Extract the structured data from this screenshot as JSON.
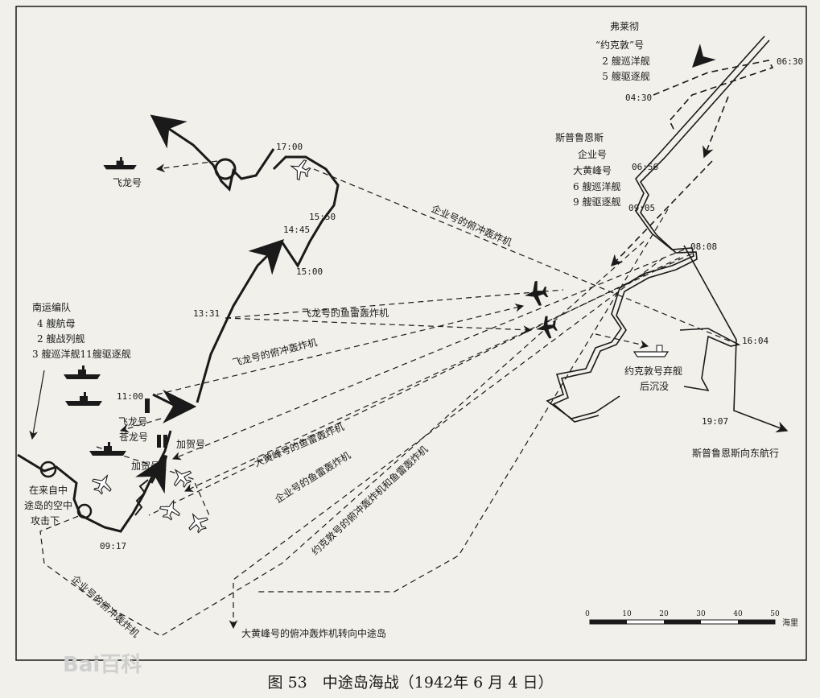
{
  "caption": "图 53　中途岛海战（1942年 6 月 4 日）",
  "watermark": "Bai百科",
  "forces": {
    "fletcher": [
      "弗莱彻",
      "“约克敦”号",
      "2 艘巡洋舰",
      "5 艘驱逐舰"
    ],
    "spruance": [
      "斯普鲁恩斯",
      "企业号",
      "大黄峰号",
      "6 艘巡洋舰",
      "9 艘驱逐舰"
    ],
    "nagumo": [
      "南运编队",
      "4 艘航母",
      "2 艘战列舰",
      "3 艘巡洋舰11艘驱逐舰"
    ]
  },
  "ships": {
    "hiryu_far": "飞龙号",
    "hiryu": "飞龙号",
    "soryu": "苍龙号",
    "kaga_mid": "加贺号",
    "kaga": "加贺号"
  },
  "notes": {
    "midway_attack": [
      "在来自中",
      "途岛的空中",
      "攻击下"
    ],
    "yorktown_sunk": [
      "约克敦号弃舰",
      "后沉没"
    ],
    "spruance_east": "斯普鲁恩斯向东航行",
    "hornet_turn": "大黄峰号的俯冲轰炸机转向中途岛"
  },
  "routes": {
    "ent_dive_top": "企业号的俯冲轰炸机",
    "hiryu_torpedo": "飞龙号的鱼雷轰炸机",
    "hiryu_dive": "飞龙号的俯冲轰炸机",
    "hornet_torpedo": "大黄峰号的鱼雷轰炸机",
    "ent_torpedo": "企业号的鱼雷轰炸机",
    "yorktown_bombers": "约克敦号的俯冲轰炸机和鱼雷轰炸机",
    "ent_dive_bottom": "企业号的俯冲轰炸机"
  },
  "times": {
    "t0430": "04:30",
    "t0630": "06:30",
    "t0656": "06:56",
    "t0905": "09:05",
    "t0808": "08:08",
    "t1604": "16:04",
    "t1907": "19:07",
    "t1700": "17:00",
    "t1550": "15:50",
    "t1445": "14:45",
    "t1500": "15:00",
    "t1331": "13:31",
    "t1100": "11:00",
    "t0917": "09:17"
  },
  "scale": {
    "ticks": [
      "0",
      "10",
      "20",
      "30",
      "40",
      "50"
    ],
    "unit": "海里"
  }
}
